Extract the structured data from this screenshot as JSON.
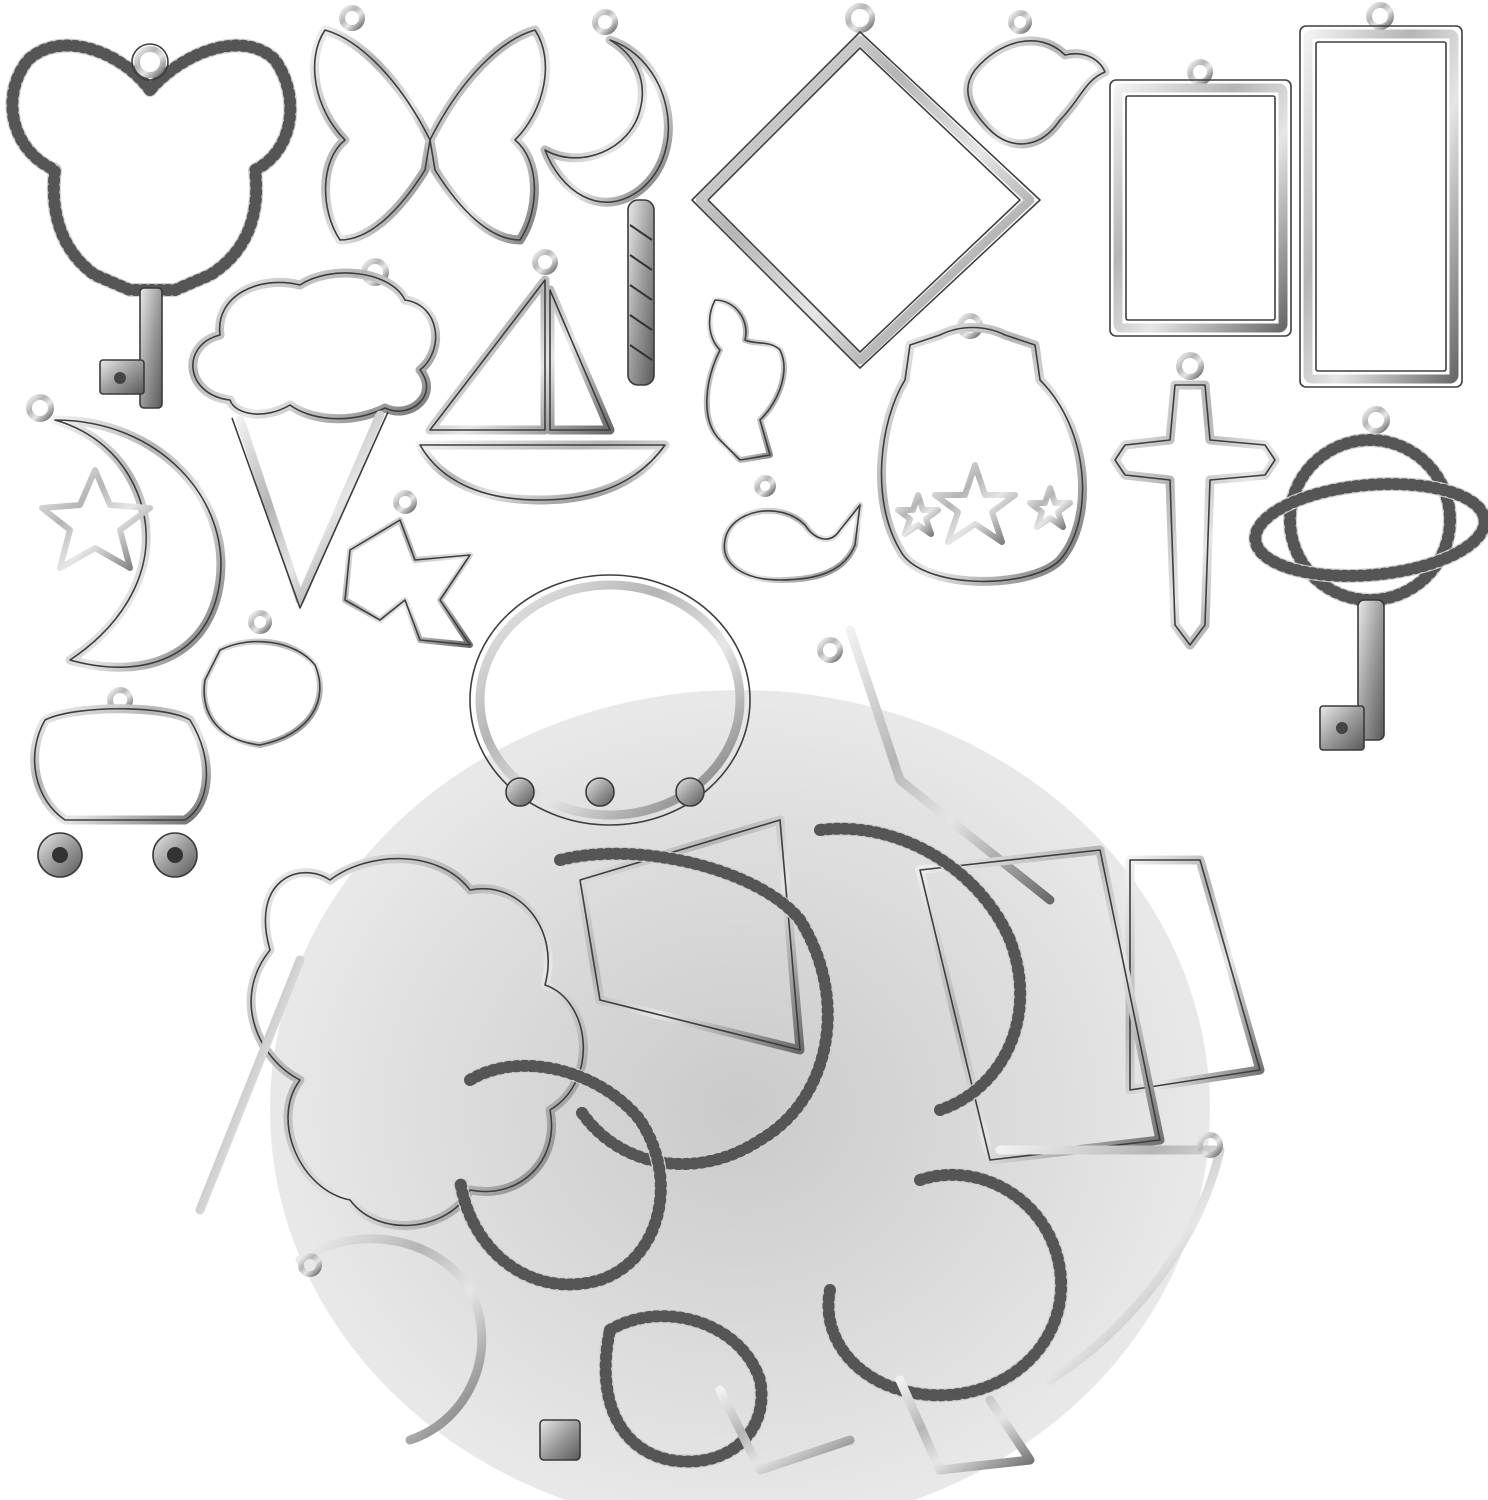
{
  "scene": {
    "background": "#ffffff",
    "metal_colors": {
      "highlight": "#f4f4f4",
      "mid": "#b8b8b8",
      "shadow": "#4a4a4a"
    },
    "items": [
      "mouse-ears-key-charm",
      "butterfly-frame-charm",
      "moon-wand-charm",
      "square-frame-charm",
      "bird-charm",
      "small-rectangle-frame-charm",
      "tall-rectangle-frame-charm",
      "ice-cream-cone-frame-charm",
      "sailboat-frame-charm",
      "rabbit-charm",
      "cat-star-frame-charm",
      "crescent-moon-star-charm",
      "whale-charm",
      "cross-frame-charm",
      "planet-key-charm",
      "bow-frame-charm",
      "shell-frame-charm",
      "carriage-frame-charm",
      "charm-pile"
    ]
  }
}
